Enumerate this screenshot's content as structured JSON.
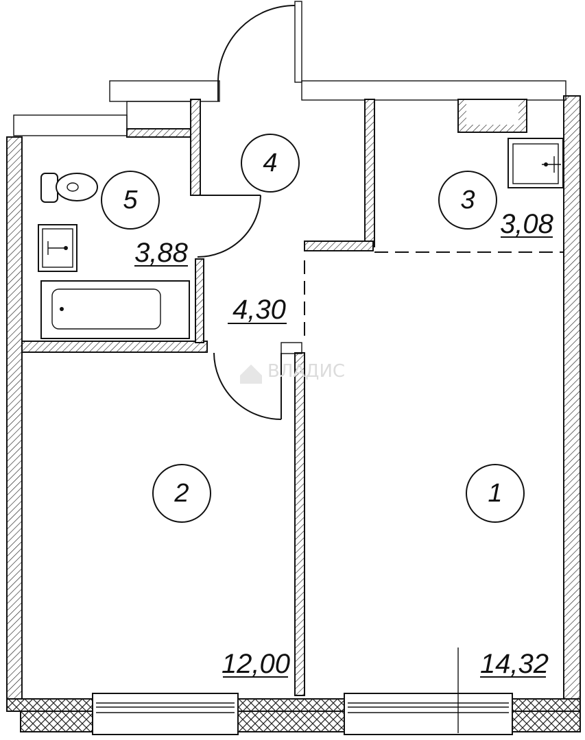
{
  "plan": {
    "rooms": [
      {
        "number": "1",
        "area": "14,32"
      },
      {
        "number": "2",
        "area": "12,00"
      },
      {
        "number": "3",
        "area": "3,08"
      },
      {
        "number": "4",
        "area": "4,30"
      },
      {
        "number": "5",
        "area": "3,88"
      }
    ],
    "watermark": "ВЛАДИС"
  }
}
